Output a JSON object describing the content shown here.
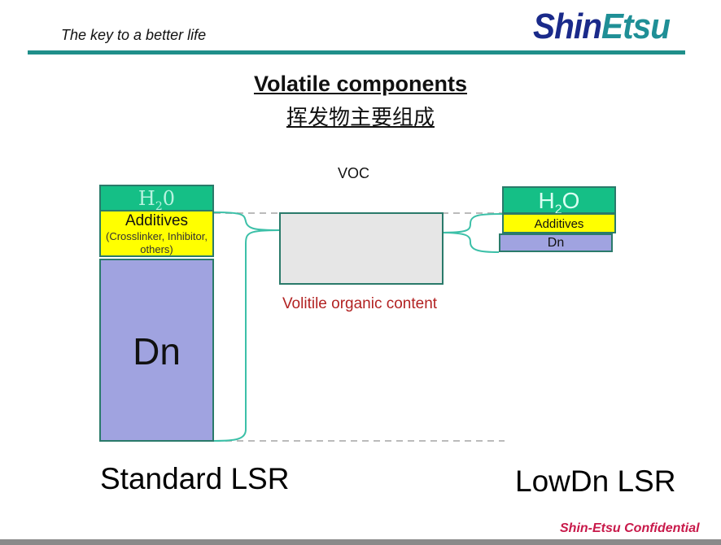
{
  "header": {
    "tagline": "The key to a better life",
    "logo_part1": "Shin",
    "logo_part2": "Etsu"
  },
  "title": "Volatile components",
  "subtitle": "挥发物主要组成",
  "voc_label": "VOC",
  "standard": {
    "h2o_main": "H",
    "h2o_sub": "2",
    "h2o_end": "0",
    "additives": "Additives",
    "additives_detail": "(Crosslinker, Inhibitor, others)",
    "dn": "Dn",
    "label": "Standard LSR"
  },
  "lowdn": {
    "h2o_main": "H",
    "h2o_sub": "2",
    "h2o_end": "O",
    "additives": "Additives",
    "dn": "Dn",
    "label": "LowDn LSR"
  },
  "voc_box_text": "Volitile organic content",
  "footer": {
    "confidential": "Shin-Etsu  Confidential"
  },
  "colors": {
    "teal_bar": "#1f8f8a",
    "h2o": "#15bf86",
    "additives": "#ffff00",
    "dn": "#a0a3e0",
    "voc_box": "#e6e6e6",
    "voc_text": "#b22222",
    "confidential": "#c8194a"
  }
}
